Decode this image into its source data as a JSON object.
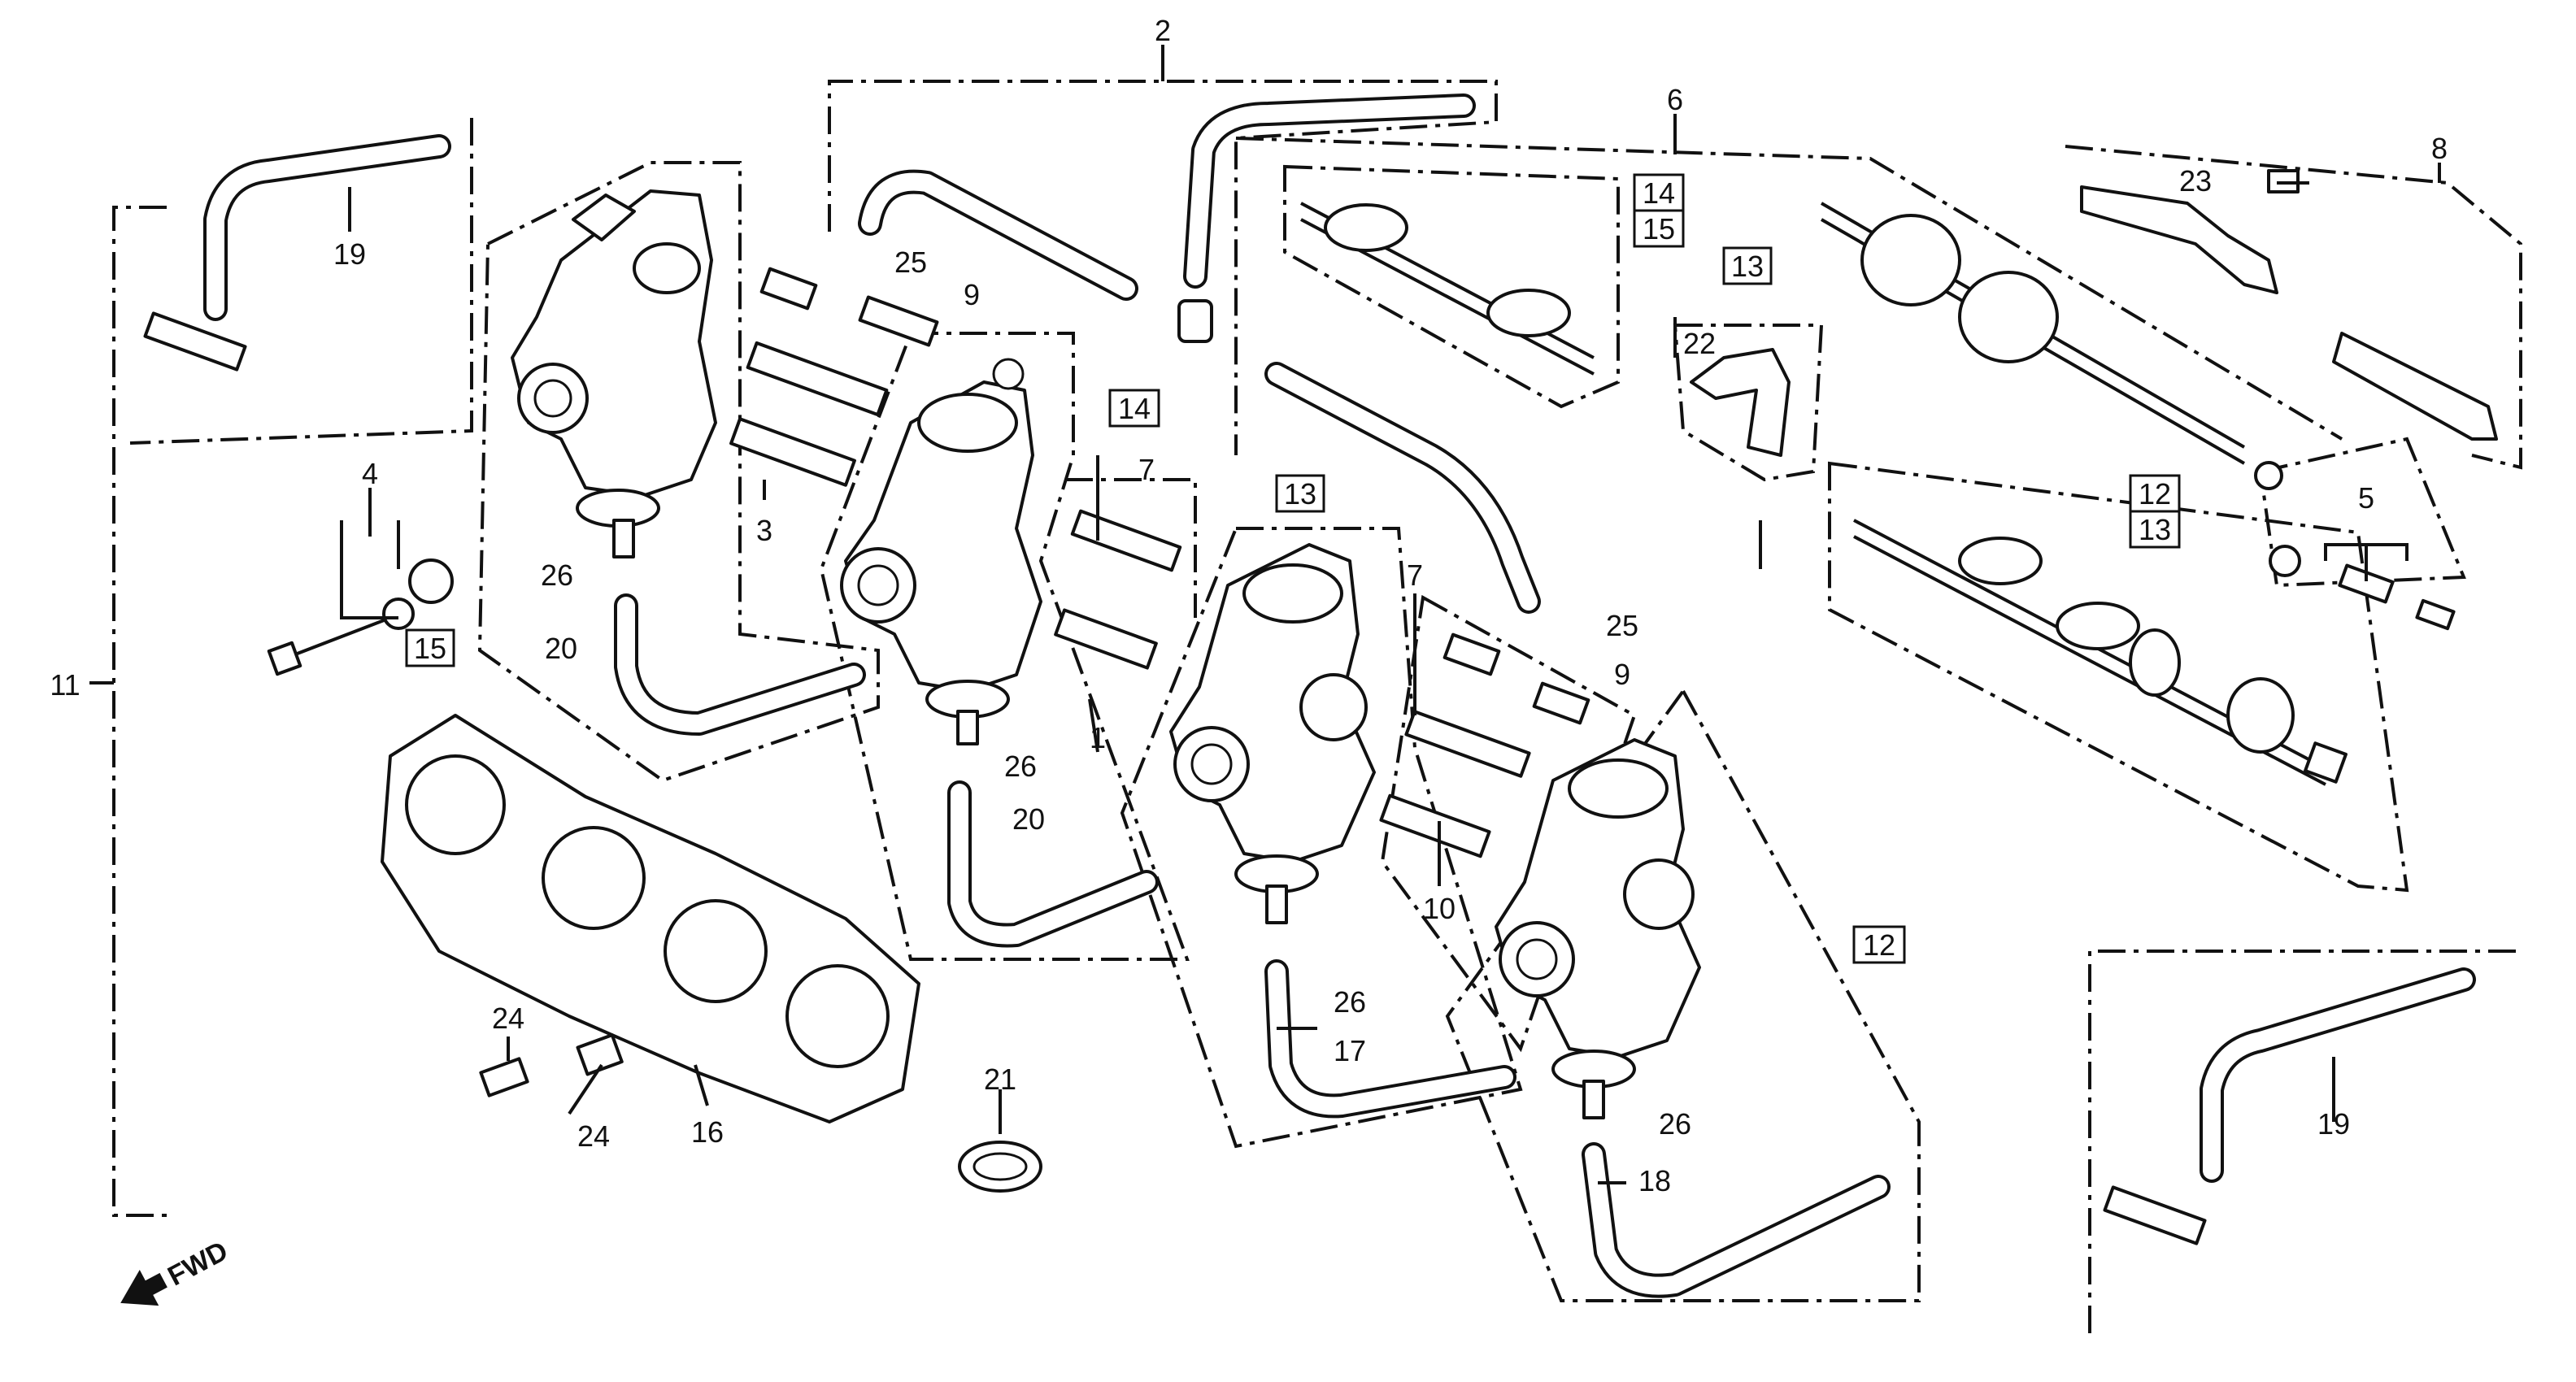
{
  "diagram": {
    "callouts": {
      "c1": "1",
      "c2": "2",
      "c3": "3",
      "c4": "4",
      "c5": "5",
      "c6": "6",
      "c7a": "7",
      "c7b": "7",
      "c8": "8",
      "c9a": "9",
      "c9b": "9",
      "c10": "10",
      "c11": "11",
      "c16": "16",
      "c17": "17",
      "c18": "18",
      "c19a": "19",
      "c19b": "19",
      "c20a": "20",
      "c20b": "20",
      "c21": "21",
      "c22": "22",
      "c23": "23",
      "c24a": "24",
      "c24b": "24",
      "c25a": "25",
      "c25b": "25",
      "c26a": "26",
      "c26b": "26",
      "c26c": "26",
      "c26d": "26"
    },
    "boxed_callouts": {
      "b15_left": "15",
      "b14_mid": "14",
      "b13_mid": "13",
      "b12_right": "12",
      "b14_top": "14",
      "b15_top": "15",
      "b13_top": "13",
      "b12_pair": "12",
      "b13_pair": "13"
    },
    "fwd_label": "FWD"
  }
}
